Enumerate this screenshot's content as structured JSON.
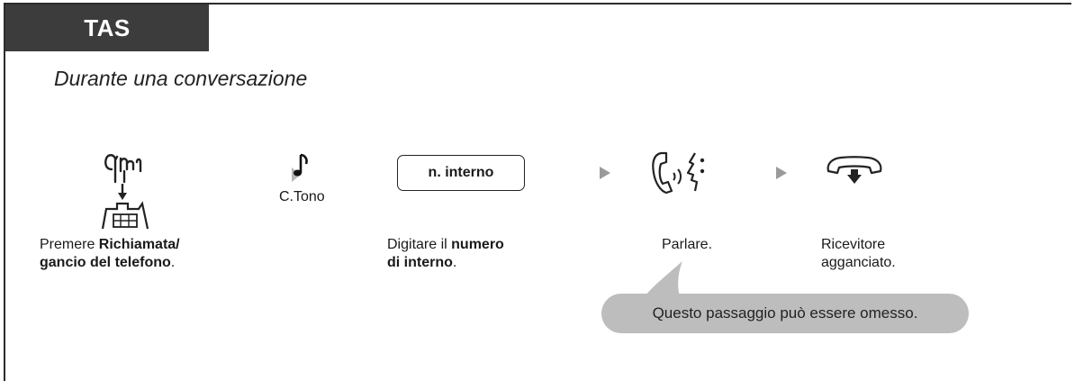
{
  "tab_label": "TAS",
  "heading": "Durante una conversazione",
  "steps": {
    "flash": {
      "pre": "Premere ",
      "bold1": "Richiamata/",
      "bold2": "gancio del telefono",
      "post": "."
    },
    "tone": {
      "label": "C.Tono"
    },
    "dial": {
      "key_label": "n. interno",
      "pre": "Digitare il ",
      "bold1": "numero",
      "bold2": "di interno",
      "post": "."
    },
    "talk": {
      "text": "Parlare."
    },
    "hangup": {
      "line1": "Ricevitore",
      "line2": "agganciato."
    }
  },
  "note": "Questo passaggio può essere omesso.",
  "icons": [
    "flash-hook-icon",
    "confirmation-tone-icon",
    "talk-icon",
    "on-hook-icon"
  ],
  "colors": {
    "tab_bg": "#3c3c3c",
    "bubble_bg": "#bdbdbd",
    "arrow": "#9a9a9a"
  }
}
